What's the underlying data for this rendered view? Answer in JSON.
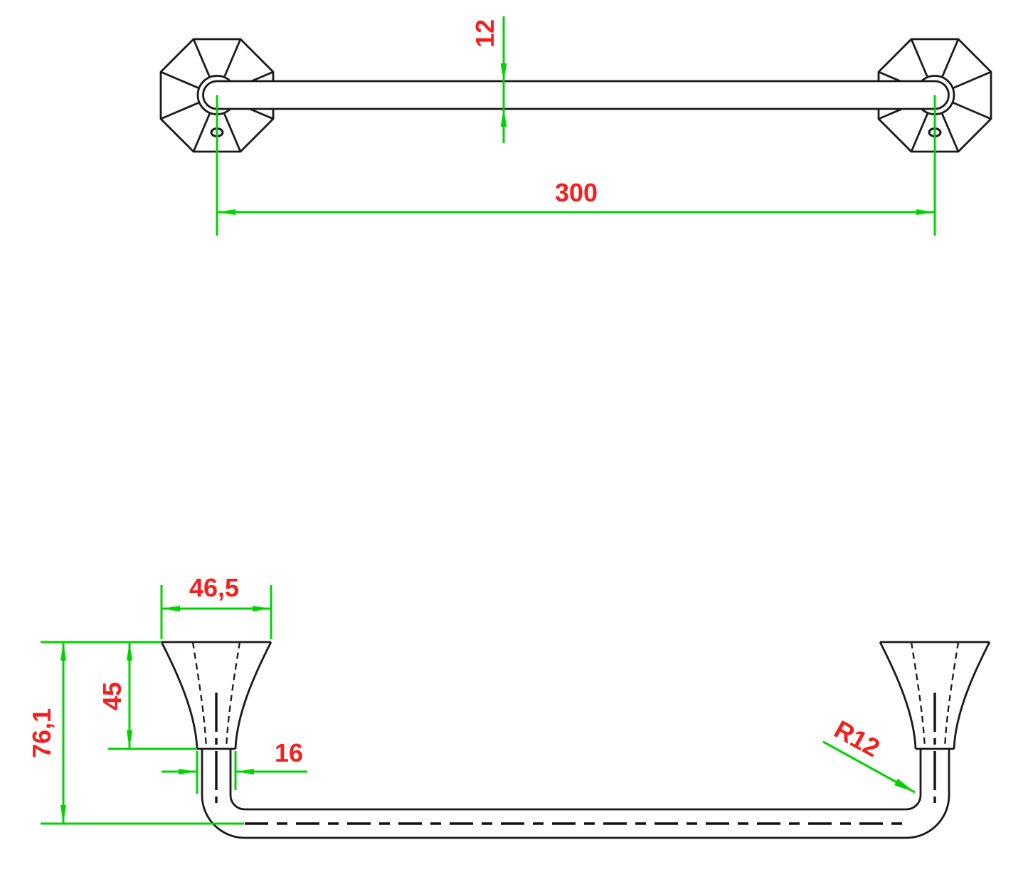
{
  "drawing": {
    "background_color": "#ffffff",
    "outline_color": "#1a1a1a",
    "dimension_line_color": "#00d400",
    "label_color": "#f32020",
    "top_view": {
      "dim_bar_diameter": "12",
      "dim_center_distance": "300"
    },
    "side_view": {
      "dim_flange_width": "46,5",
      "dim_flange_projection": "45",
      "dim_overall_projection": "76,1",
      "dim_collar_width": "16",
      "dim_bend_radius": "R12"
    }
  }
}
